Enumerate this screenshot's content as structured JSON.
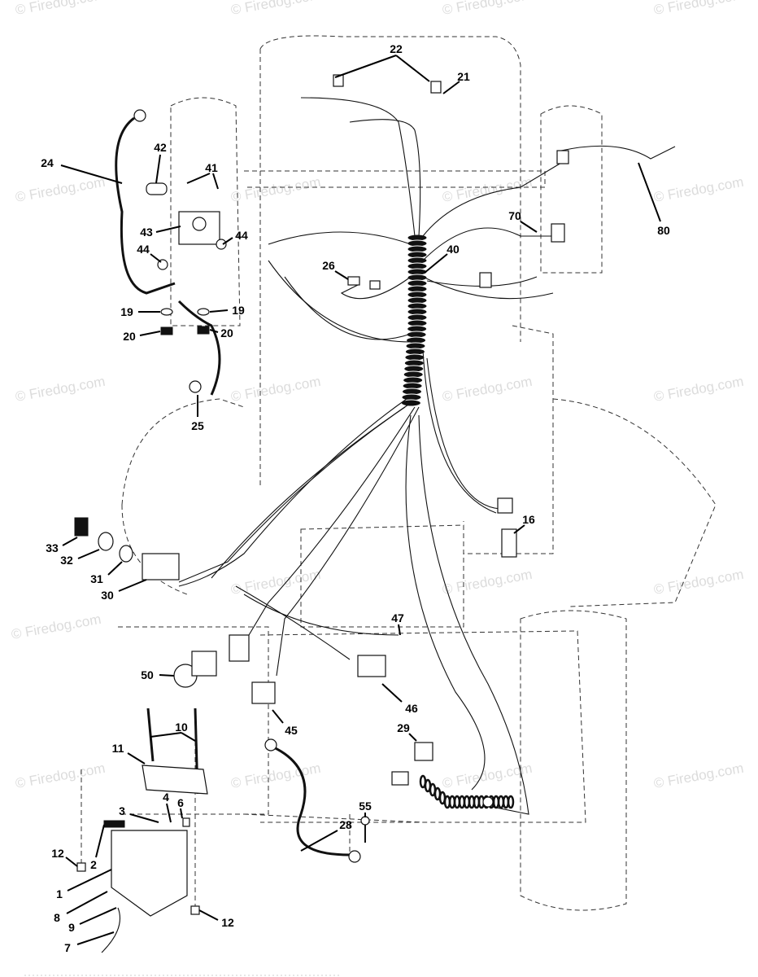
{
  "watermark": "© Firedog.com",
  "callouts": [
    "22",
    "21",
    "24",
    "42",
    "41",
    "43",
    "44",
    "44",
    "19",
    "19",
    "20",
    "20",
    "25",
    "26",
    "40",
    "70",
    "80",
    "16",
    "33",
    "32",
    "31",
    "30",
    "50",
    "47",
    "46",
    "45",
    "29",
    "10",
    "11",
    "4",
    "6",
    "3",
    "55",
    "28",
    "12",
    "2",
    "1",
    "8",
    "9",
    "7",
    "12"
  ]
}
